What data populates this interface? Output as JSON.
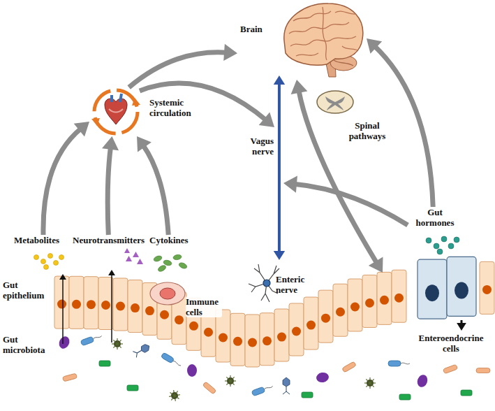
{
  "diagram": {
    "nodes": [
      {
        "text": [
          "Brain"
        ]
      },
      {
        "text": [
          "Systemic circulation"
        ]
      },
      {
        "text": [
          "Metabolites"
        ]
      },
      {
        "text": [
          "Neurotransmitters"
        ]
      },
      {
        "text": [
          "Cytokines"
        ]
      },
      {
        "text": [
          "Enteric nerve"
        ]
      },
      {
        "text": [
          "Gut hormones"
        ]
      }
    ],
    "edges": [
      {
        "from": 1,
        "to": 0,
        "arrow": "to"
      },
      {
        "from": 0,
        "to": 5,
        "label": "Vagus nerve",
        "arrow": "both"
      },
      {
        "from": 2,
        "to": 1,
        "arrow": "to"
      },
      {
        "from": 3,
        "to": 1,
        "arrow": "to"
      },
      {
        "from": 4,
        "to": 1,
        "arrow": "to"
      },
      {
        "from": 6,
        "to": 0,
        "arrow": "to"
      }
    ],
    "labels": [
      "Spinal pathways",
      "Immune cells",
      "Gut epithelium",
      "Gut microbiota",
      "Enteroendocrine cells"
    ]
  }
}
